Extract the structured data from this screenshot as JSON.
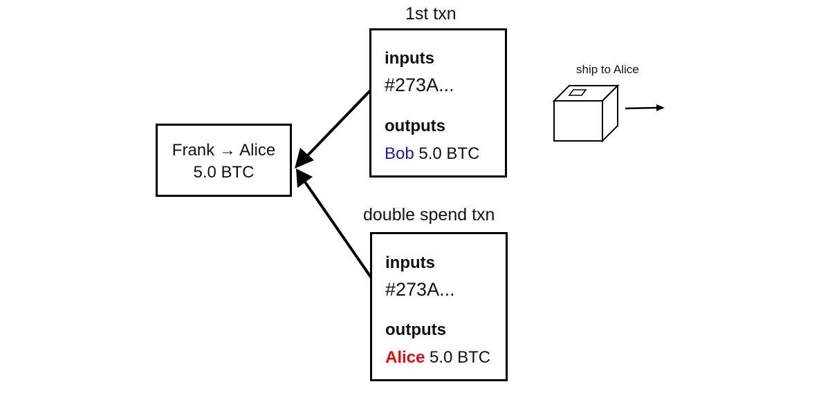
{
  "source": {
    "line1": "Frank → Alice",
    "line2": "5.0 BTC"
  },
  "first_txn": {
    "title": "1st txn",
    "inputs_label": "inputs",
    "input_id": "#273A...",
    "outputs_label": "outputs",
    "recipient": "Bob",
    "amount": " 5.0 BTC"
  },
  "double_spend_txn": {
    "title": "double spend txn",
    "inputs_label": "inputs",
    "input_id": "#273A...",
    "outputs_label": "outputs",
    "recipient": "Alice",
    "amount": " 5.0 BTC"
  },
  "shipment": {
    "caption": "ship to Alice",
    "icon": "package-box-icon"
  },
  "colors": {
    "bob": "#1a1aa8",
    "alice": "#e01010",
    "stroke": "#000000"
  }
}
